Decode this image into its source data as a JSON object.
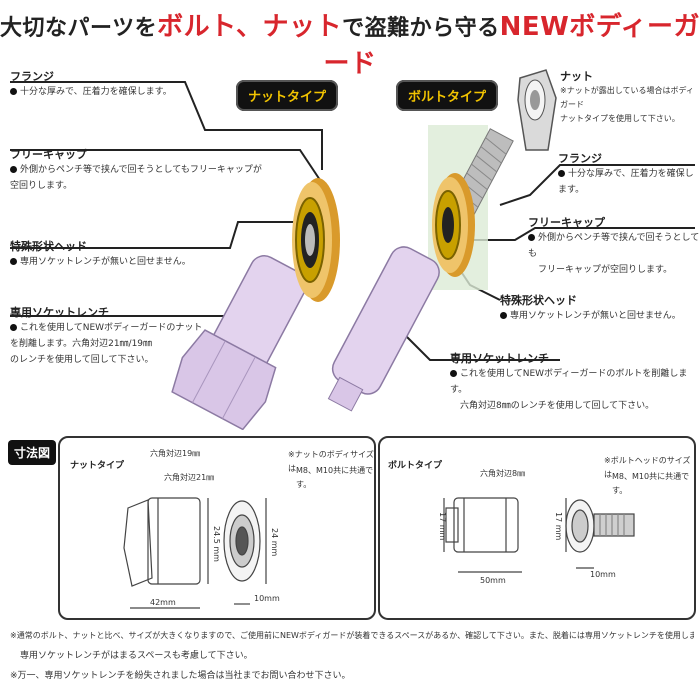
{
  "headline": {
    "part1": "大切なパーツを",
    "part2": "ボルト、ナット",
    "part3": "で盗難から守る",
    "part4": "NEWボディーガード"
  },
  "types": {
    "nut": "ナットタイプ",
    "bolt": "ボルトタイプ"
  },
  "left_callouts": {
    "flange_title": "フランジ",
    "flange_text": "十分な厚みで、圧着力を確保します。",
    "freecap_title": "フリーキャップ",
    "freecap_text1": "外側からペンチ等で挟んで回そうとしてもフリーキャップが",
    "freecap_text2": "空回りします。",
    "head_title": "特殊形状ヘッド",
    "head_text": "専用ソケットレンチが無いと回せません。",
    "wrench_title": "専用ソケットレンチ",
    "wrench_text1": "これを使用してNEWボディーガードのナット",
    "wrench_text2": "を削離します。六角対辺21㎜/19㎜",
    "wrench_text3": "のレンチを使用して回して下さい。"
  },
  "right_callouts": {
    "nut_title": "ナット",
    "nut_text1": "※ナットが露出している場合はボディガード",
    "nut_text2": "ナットタイプを使用して下さい。",
    "flange_title": "フランジ",
    "flange_text": "十分な厚みで、圧着力を確保します。",
    "freecap_title": "フリーキャップ",
    "freecap_text1": "外側からペンチ等で挟んで回そうとしても",
    "freecap_text2": "フリーキャップが空回りします。",
    "head_title": "特殊形状ヘッド",
    "head_text": "専用ソケットレンチが無いと回せません。",
    "wrench_title": "専用ソケットレンチ",
    "wrench_text1": "これを使用してNEWボディーガードのボルトを削離します。",
    "wrench_text2": "六角対辺8㎜のレンチを使用して回して下さい。"
  },
  "dimensions": {
    "section_label": "寸法図",
    "nut_panel": {
      "title": "ナットタイプ",
      "hex1": "六角対辺19㎜",
      "hex2": "六角対辺21㎜",
      "note1": "※ナットのボディサイズは",
      "note2": "M8、M10共に共通です。",
      "h1": "24.5",
      "h1_unit": "mm",
      "h2": "24",
      "h2_unit": "mm",
      "w1": "42mm",
      "w2": "10mm"
    },
    "bolt_panel": {
      "title": "ボルトタイプ",
      "hex": "六角対辺8㎜",
      "note1": "※ボルトヘッドのサイズは",
      "note2": "M8、M10共に共通です。",
      "h1": "17",
      "h1_unit": "mm",
      "h2": "17",
      "h2_unit": "mm",
      "w1": "50mm",
      "w2": "10mm"
    }
  },
  "footnotes": {
    "line1": "※通常のボルト、ナットと比べ、サイズが大きくなりますので、ご使用前にNEWボディガードが装着できるスペースがあるか、確認して下さい。また、脱着には専用ソケットレンチを使用しますので、",
    "line2": "専用ソケットレンチがはまるスペースも考慮して下さい。",
    "line3": "※万一、専用ソケットレンチを紛失されました場合は当社までお問い合わせ下さい。"
  },
  "colors": {
    "headline_red": "#d8262d",
    "pill_text": "#f2c400",
    "wrench_pink": "#e3d3ee",
    "cap_gold": "#e2b04a"
  }
}
